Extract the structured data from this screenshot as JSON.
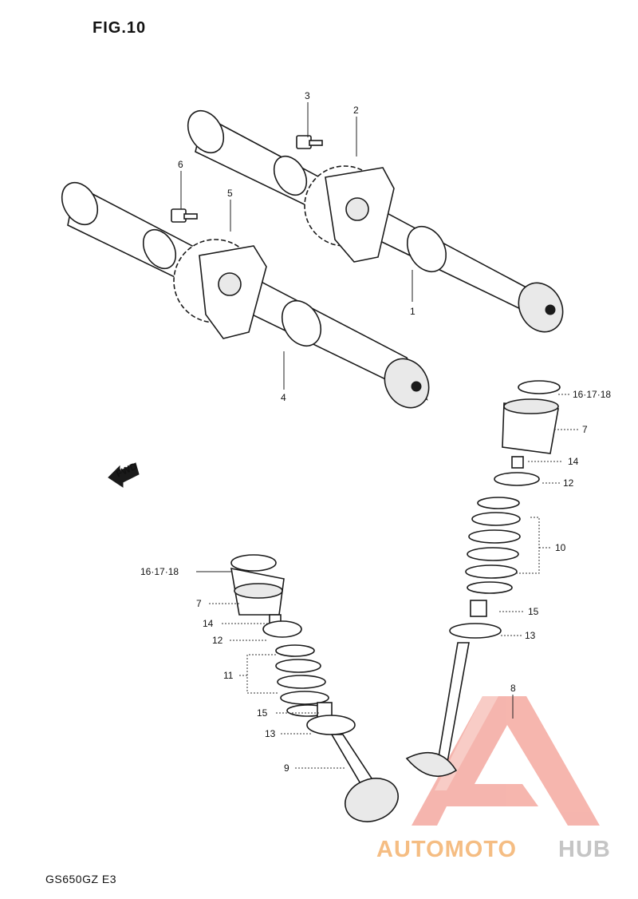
{
  "figure": {
    "title": "FIG.10",
    "model": "GS650GZ E3"
  },
  "fwd_label": "FWD",
  "callouts": [
    {
      "id": "c1",
      "text": "1"
    },
    {
      "id": "c2",
      "text": "2"
    },
    {
      "id": "c3",
      "text": "3"
    },
    {
      "id": "c4",
      "text": "4"
    },
    {
      "id": "c5",
      "text": "5"
    },
    {
      "id": "c6",
      "text": "6"
    },
    {
      "id": "c7a",
      "text": "7"
    },
    {
      "id": "c7b",
      "text": "7"
    },
    {
      "id": "c8",
      "text": "8"
    },
    {
      "id": "c9",
      "text": "9"
    },
    {
      "id": "c10",
      "text": "10"
    },
    {
      "id": "c11",
      "text": "11"
    },
    {
      "id": "c12a",
      "text": "12"
    },
    {
      "id": "c12b",
      "text": "12"
    },
    {
      "id": "c13a",
      "text": "13"
    },
    {
      "id": "c13b",
      "text": "13"
    },
    {
      "id": "c14a",
      "text": "14"
    },
    {
      "id": "c14b",
      "text": "14"
    },
    {
      "id": "c15a",
      "text": "15"
    },
    {
      "id": "c15b",
      "text": "15"
    },
    {
      "id": "c16a",
      "text": "16·17·18"
    },
    {
      "id": "c16b",
      "text": "16·17·18"
    }
  ],
  "watermark": {
    "part1": "AUTOMOTO",
    "part2": "HUB",
    "color_main": "#f4a9a0",
    "color_accent": "#bcbcbc"
  }
}
